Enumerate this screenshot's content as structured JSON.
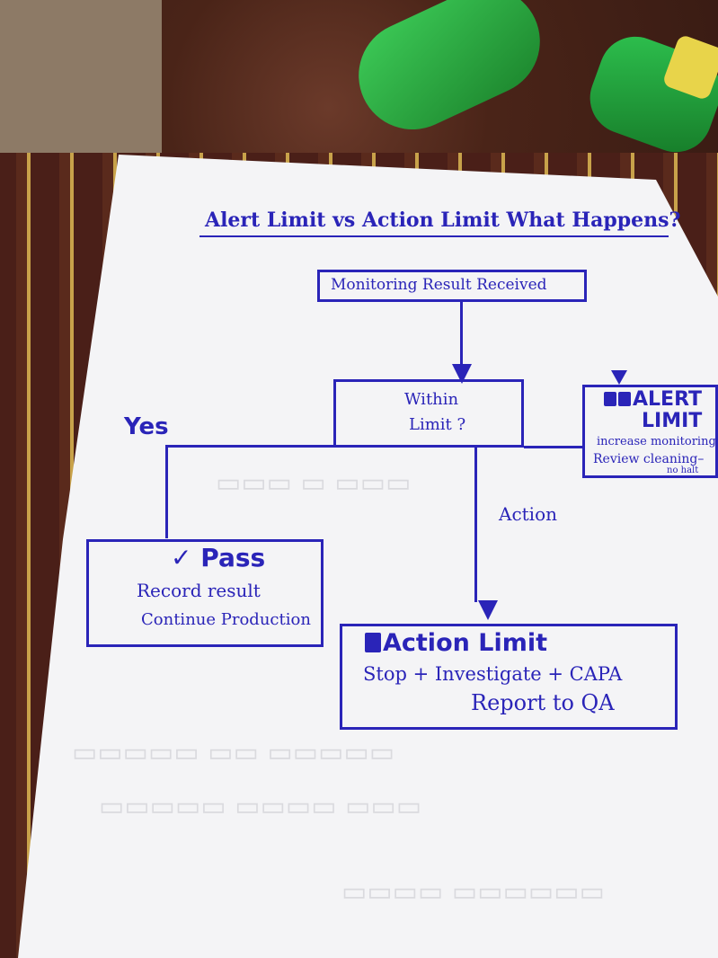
{
  "title": "Alert Limit vs Action Limit What Happens?",
  "nodes": {
    "start": "Monitoring Result Received",
    "decision_line1": "Within",
    "decision_line2": "Limit ?",
    "alert_title_line1": "ALERT",
    "alert_title_line2": "LIMIT",
    "alert_detail_line1": "increase monitoring",
    "alert_detail_line2": "Review cleaning–",
    "alert_detail_line3": "no halt",
    "pass_title": "Pass",
    "pass_check": "✓",
    "pass_line1": "Record result",
    "pass_line2": "Continue Production",
    "action_title": "Action Limit",
    "action_line1": "Stop + Investigate + CAPA",
    "action_line2": "Report to QA"
  },
  "edge_labels": {
    "yes": "Yes",
    "action": "Action"
  },
  "colors": {
    "ink": "#2a24b8",
    "paper": "#f4f4f6"
  }
}
